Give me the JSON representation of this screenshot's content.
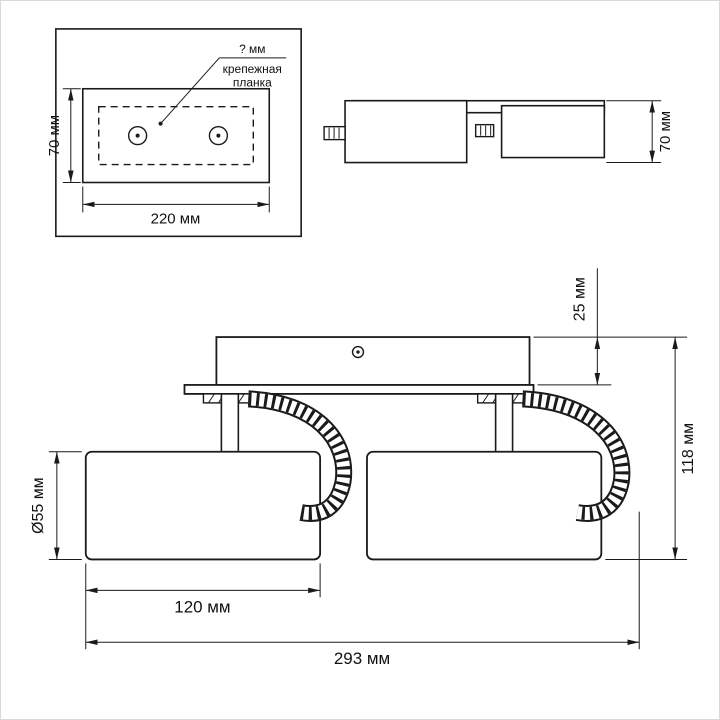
{
  "page": {
    "background": "#ffffff",
    "line_color": "#1a1a1a"
  },
  "top_view": {
    "unknown_dim_label": "? мм",
    "mount_label_line1": "крепежная",
    "mount_label_line2": "планка",
    "height_label": "70 мм",
    "width_label": "220 мм"
  },
  "side_view": {
    "height_label": "70 мм"
  },
  "front_view": {
    "canopy_height_label": "25 мм",
    "total_height_label": "118 мм",
    "shade_diameter_label": "Ø55 мм",
    "shade_width_label": "120 мм",
    "total_width_label": "293 мм"
  }
}
